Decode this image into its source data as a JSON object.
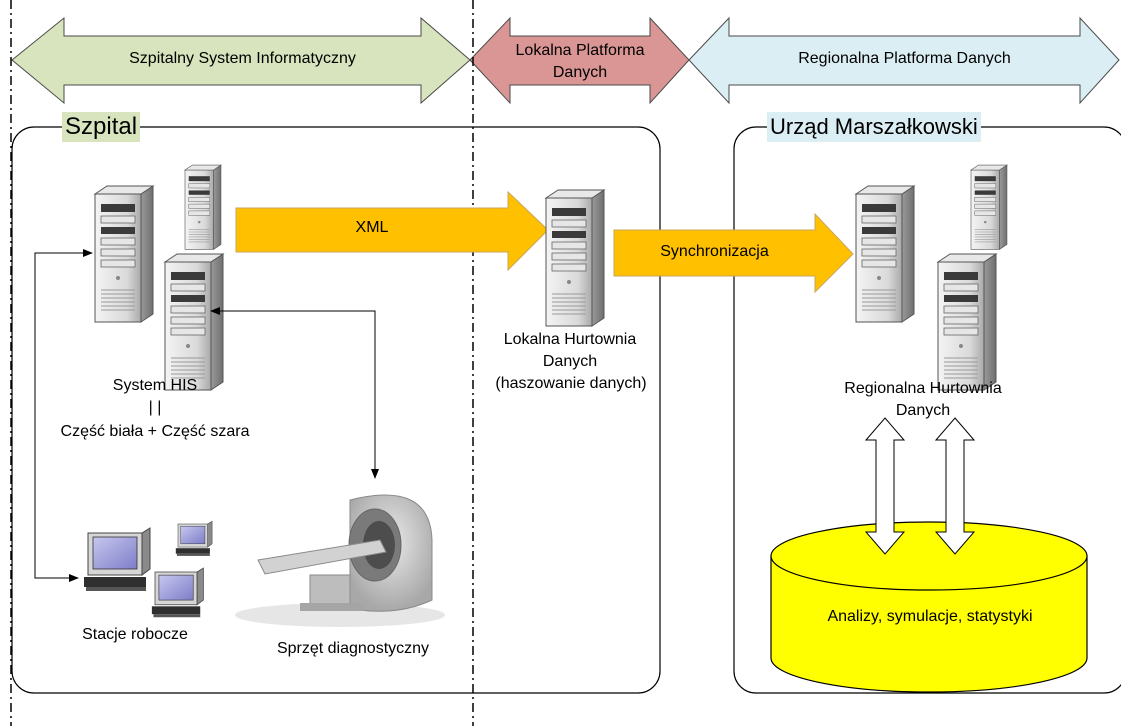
{
  "bands": {
    "hospital_system": "Szpitalny System Informatyczny",
    "local_platform": "Lokalna Platforma Danych",
    "regional_platform": "Regionalna Platforma Danych"
  },
  "boxes": {
    "hospital_title": "Szpital",
    "marshal_title": "Urząd Marszałkowski"
  },
  "arrows": {
    "xml": "XML",
    "sync": "Synchronizacja"
  },
  "captions": {
    "his_line1": "System HIS",
    "his_line2": "| |",
    "his_line3": "Część biała + Część szara",
    "workstations": "Stacje robocze",
    "diagnostic": "Sprzęt diagnostyczny",
    "local_wh_line1": "Lokalna Hurtownia",
    "local_wh_line2": "Danych",
    "local_wh_line3": "(haszowanie danych)",
    "regional_wh_line1": "Regionalna Hurtownia",
    "regional_wh_line2": "Danych",
    "database": "Analizy, symulacje, statystyki"
  },
  "colors": {
    "green_band": "#d7e4bd",
    "red_band": "#d99694",
    "blue_band": "#dbeef4",
    "orange_arrow": "#ffc000",
    "database_yellow": "#ffff00"
  }
}
